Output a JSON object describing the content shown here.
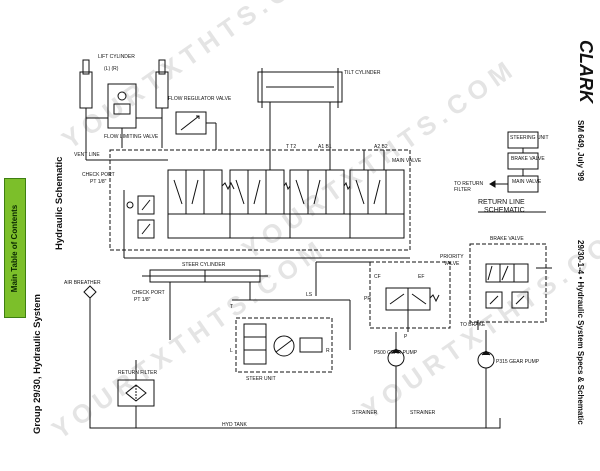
{
  "nav": {
    "main_toc": "Main Table of Contents"
  },
  "side": {
    "brand": "CLARK",
    "doc_info": "SM 649, July '99",
    "group_title": "Group 29/30, Hydraulic System",
    "subtitle": "Hydraulic Schematic",
    "page_ref": "29/30-1-4  •  Hydraulic System Specs & Schematic"
  },
  "watermark": "YOURTXTHTS.COM",
  "labels": {
    "lift_cylinder": "LIFT CYLINDER",
    "lift_sub": "(L)  (R)",
    "tilt_cylinder": "TILT CYLINDER",
    "flow_regulator": "FLOW REGULATOR VALVE",
    "flow_limiting": "FLOW LIMITING VALVE",
    "vent_line": "VENT LINE",
    "main_valve": "MAIN VALVE",
    "check_port_1": "CHECK PORT",
    "pt_1": "PT 1/8\"",
    "steering_unit_box": "STEERING UNIT",
    "brake_valve_box": "BRAKE VALVE",
    "main_valve_box": "MAIN VALVE",
    "to_return": "TO RETURN",
    "filter": "FILTER",
    "return_line_1": "RETURN LINE",
    "return_line_2": "SCHEMATIC",
    "brake_valve": "BRAKE VALVE",
    "priority_valve_1": "PRIORITY",
    "priority_valve_2": "VALVE",
    "steer_cylinder": "STEER CYLINDER",
    "air_breather": "AIR BREATHER",
    "check_port_2": "CHECK PORT",
    "pt_2": "PT 1/8\"",
    "to_brake": "TO BRAKE",
    "p500_pump": "P500 GEAR PUMP",
    "p315_pump": "P315 GEAR PUMP",
    "return_filter": "RETURN FILTER",
    "steer_unit": "STEER UNIT",
    "strainer_1": "STRAINER",
    "strainer_2": "STRAINER",
    "hyd_tank": "HYD TANK",
    "port_p": "P",
    "port_t": "T",
    "port_l": "L",
    "port_r": "R",
    "port_ls": "LS",
    "port_cf": "CF",
    "port_ef": "EF",
    "port_pp": "PP",
    "port_a1b1": "A1 B1",
    "port_a2b2": "A2 B2",
    "port_tt": "T T2"
  }
}
